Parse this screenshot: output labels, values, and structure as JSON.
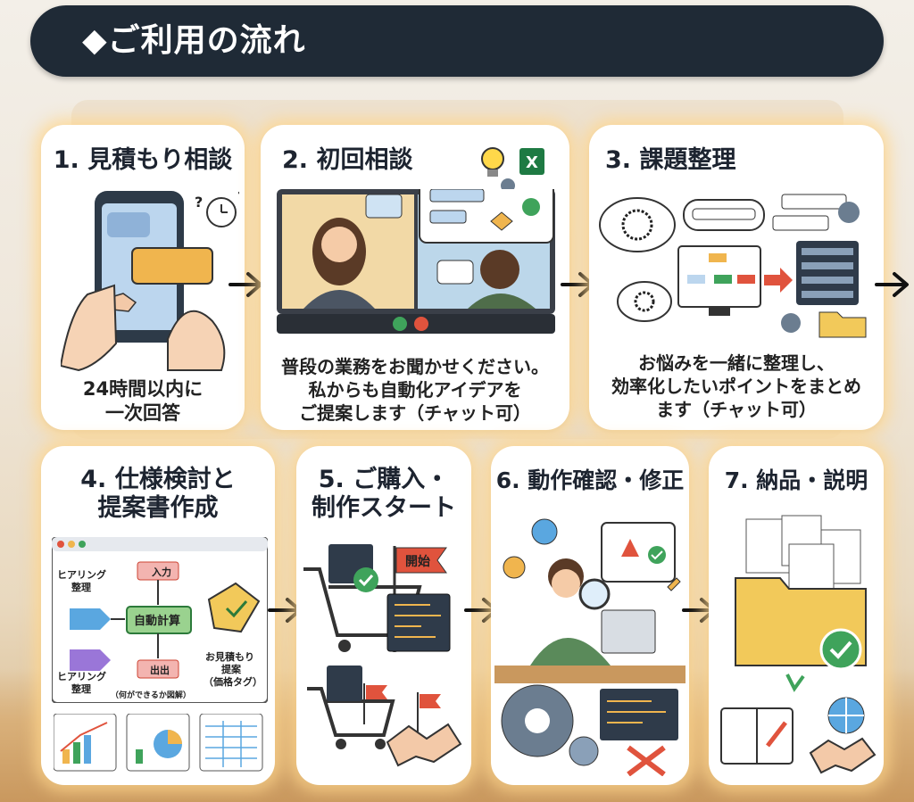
{
  "header": {
    "title": "◆ご利用の流れ"
  },
  "steps": [
    {
      "title": "1. 見積もり相談",
      "desc": "24時間以内に\n一次回答"
    },
    {
      "title": "2. 初回相談",
      "desc": "普段の業務をお聞かせください。\n私からも自動化アイデアを\nご提案します（チャット可）"
    },
    {
      "title": "3. 課題整理",
      "desc": "お悩みを一緒に整理し、\n効率化したいポイントをまとめ\nます（チャット可）"
    },
    {
      "title": "4. 仕様検討と\n提案書作成",
      "labels": {
        "hearing_top": "ヒアリング\n整理",
        "hearing_bottom": "ヒアリング\n整理",
        "input": "入力",
        "auto_calc": "自動計算",
        "output": "出出",
        "note": "（何ができるか図解）",
        "estimate": "お見積もり\n提案\n（価格タグ）"
      }
    },
    {
      "title": "5. ご購入・\n制作スタート",
      "labels": {
        "start_flag": "開始"
      }
    },
    {
      "title": "6. 動作確認・修正"
    },
    {
      "title": "7. 納品・説明"
    }
  ],
  "colors": {
    "header_bg": "#1f2a36",
    "card_bg": "#ffffff",
    "glow": "#ffd68c",
    "accent_green": "#3fa35b",
    "accent_red": "#e0533d"
  }
}
